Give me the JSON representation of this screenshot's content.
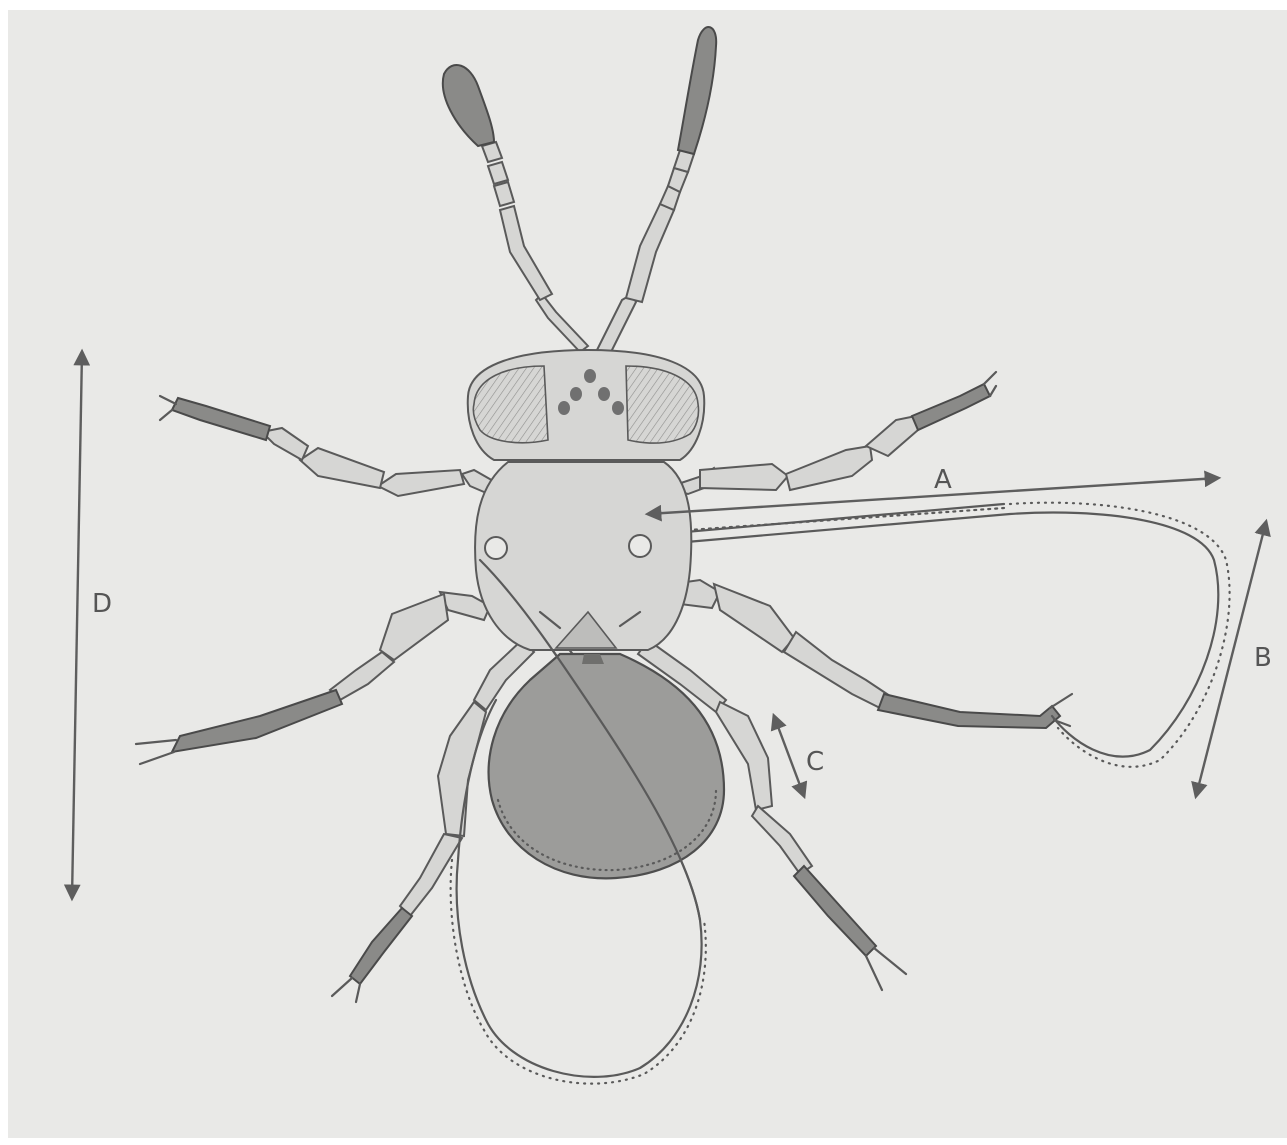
{
  "labels": {
    "a": "A",
    "b": "B",
    "c": "C",
    "d": "D"
  },
  "colors": {
    "paper": "#e9e9e7",
    "ink": "#5a5a5a",
    "shading": "#bdbdbb",
    "gaster": "#9c9c9a"
  }
}
